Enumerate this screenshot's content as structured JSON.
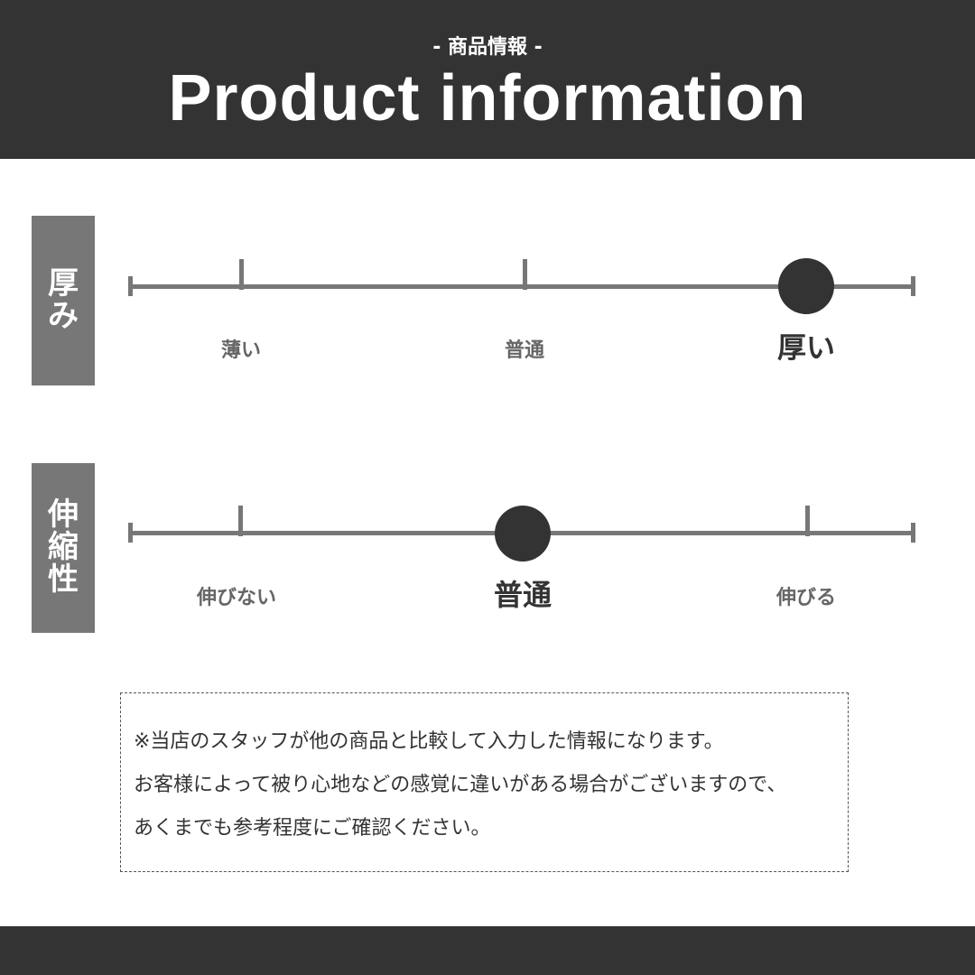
{
  "header": {
    "subtitle": "- 商品情報 -",
    "title": "Product information"
  },
  "scales": [
    {
      "label_chars": [
        "厚",
        "み"
      ],
      "options": [
        "薄い",
        "普通",
        "厚い"
      ],
      "selected_index": 2
    },
    {
      "label_chars": [
        "伸",
        "縮",
        "性"
      ],
      "options": [
        "伸びない",
        "普通",
        "伸びる"
      ],
      "selected_index": 1
    }
  ],
  "note": {
    "lines": [
      "※当店のスタッフが他の商品と比較して入力した情報になります。",
      "お客様によって被り心地などの感覚に違いがある場合がございますので、",
      "あくまでも参考程度にご確認ください。"
    ]
  },
  "colors": {
    "dark": "#333333",
    "gray": "#777777"
  }
}
